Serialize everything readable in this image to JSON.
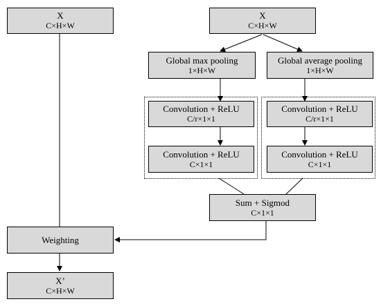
{
  "diagram": {
    "nodes": {
      "x_left": {
        "title": "X",
        "shape": "C×H×W"
      },
      "x_right": {
        "title": "X",
        "shape": "C×H×W"
      },
      "global_max_pooling": {
        "title": "Global max pooling",
        "shape": "1×H×W"
      },
      "global_avg_pooling": {
        "title": "Global average pooling",
        "shape": "1×H×W"
      },
      "conv_relu_max_1": {
        "title": "Convolution + ReLU",
        "shape": "C/r×1×1"
      },
      "conv_relu_max_2": {
        "title": "Convolution + ReLU",
        "shape": "C×1×1"
      },
      "conv_relu_avg_1": {
        "title": "Convolution + ReLU",
        "shape": "C/r×1×1"
      },
      "conv_relu_avg_2": {
        "title": "Convolution + ReLU",
        "shape": "C×1×1"
      },
      "sum_sigmoid": {
        "title": "Sum + Sigmod",
        "shape": "C×1×1"
      },
      "weighting": {
        "title": "Weighting"
      },
      "x_out": {
        "title": "X’",
        "shape": "C×H×W"
      }
    },
    "edges": [
      {
        "from": "x_right",
        "to": "global_max_pooling",
        "arrow": true
      },
      {
        "from": "x_right",
        "to": "global_avg_pooling",
        "arrow": true
      },
      {
        "from": "global_max_pooling",
        "to": "conv_relu_max_1",
        "arrow": true
      },
      {
        "from": "conv_relu_max_1",
        "to": "conv_relu_max_2",
        "arrow": true
      },
      {
        "from": "global_avg_pooling",
        "to": "conv_relu_avg_1",
        "arrow": true
      },
      {
        "from": "conv_relu_avg_1",
        "to": "conv_relu_avg_2",
        "arrow": true
      },
      {
        "from": "conv_relu_max_2",
        "to": "sum_sigmoid",
        "arrow": false
      },
      {
        "from": "conv_relu_avg_2",
        "to": "sum_sigmoid",
        "arrow": false
      },
      {
        "from": "sum_sigmoid",
        "to": "weighting",
        "arrow": true
      },
      {
        "from": "x_left",
        "to": "weighting",
        "arrow": false
      },
      {
        "from": "weighting",
        "to": "x_out",
        "arrow": true
      }
    ],
    "style": {
      "box_fill": "#d9d9d9",
      "stroke": "#000000",
      "background": "#ffffff"
    }
  }
}
